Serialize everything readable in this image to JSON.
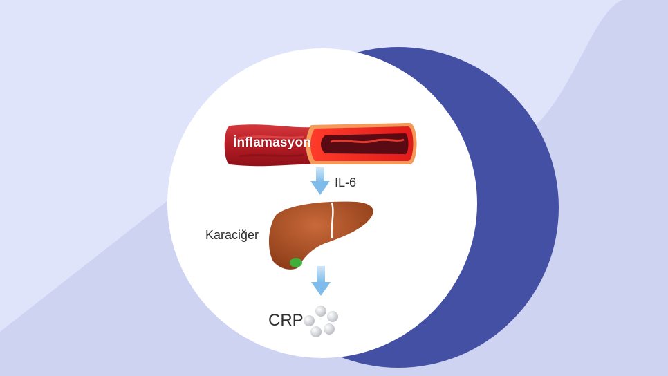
{
  "colors": {
    "background": "#dfe4fa",
    "band": "#cdd3f1",
    "crescent": "#4350a3",
    "circle": "#ffffff",
    "vessel": "#c8202a",
    "liver": "#a84e22",
    "gallbladder": "#3fae3a",
    "arrow": "#a9d3f3"
  },
  "diagram": {
    "inflammation_label": "İnflamasyon",
    "il6_label": "IL-6",
    "liver_label": "Karaciğer",
    "crp_label": "CRP"
  },
  "icons": [
    "blood-vessel-icon",
    "arrow-down-icon",
    "liver-icon",
    "crp-molecule-icon"
  ]
}
